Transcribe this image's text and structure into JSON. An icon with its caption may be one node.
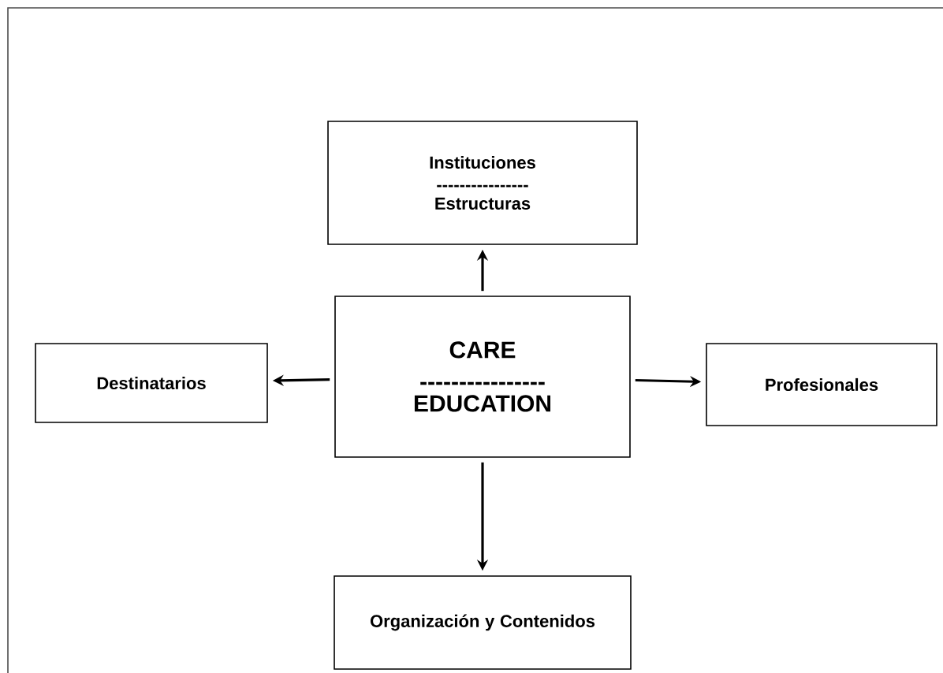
{
  "diagram": {
    "nodes": [
      {
        "text": [
          "Instituciones",
          "----------------",
          "Estructuras"
        ]
      },
      {
        "text": [
          "Destinatarios"
        ]
      },
      {
        "text": [
          "CARE",
          "----------------",
          "EDUCATION"
        ]
      },
      {
        "text": [
          "Profesionales"
        ]
      },
      {
        "text": [
          "Organización y Contenidos"
        ]
      }
    ],
    "edges": [
      {
        "from": 2,
        "to": 0,
        "arrow": "to"
      },
      {
        "from": 2,
        "to": 1,
        "arrow": "to"
      },
      {
        "from": 2,
        "to": 3,
        "arrow": "to"
      },
      {
        "from": 2,
        "to": 4,
        "arrow": "to"
      }
    ]
  }
}
